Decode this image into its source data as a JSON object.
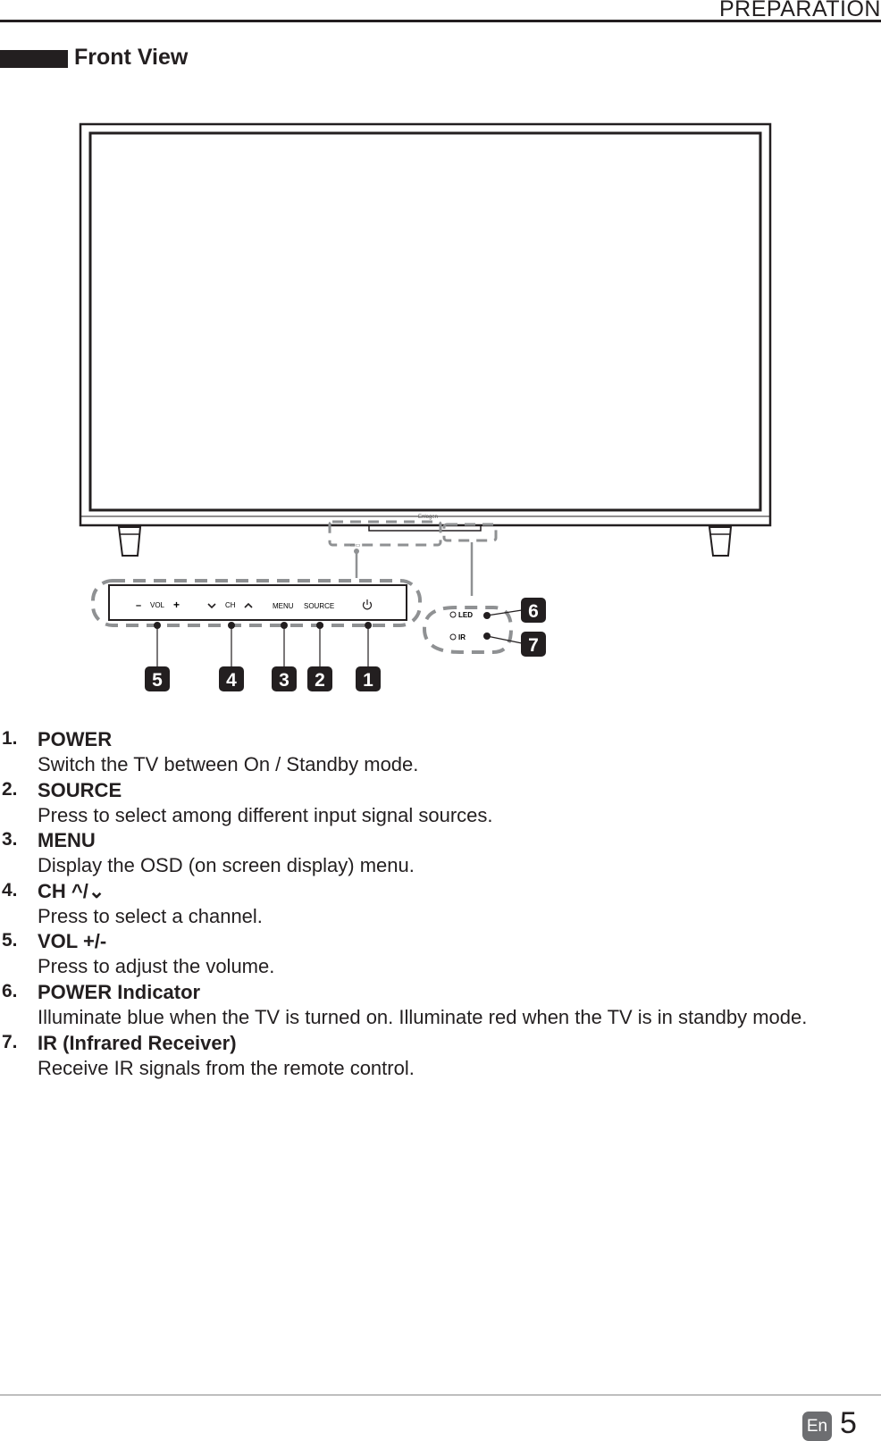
{
  "header": {
    "section": "PREPARATION"
  },
  "title": "Front View",
  "diagram": {
    "panel_labels": {
      "vol": "VOL",
      "minus": "–",
      "plus": "+",
      "ch": "CH",
      "menu": "MENU",
      "source": "SOURCE",
      "led": "LED",
      "ir": "IR"
    },
    "callouts": [
      "1",
      "2",
      "3",
      "4",
      "5",
      "6",
      "7"
    ]
  },
  "items": [
    {
      "num": "1.",
      "name": "POWER",
      "desc": "Switch the TV between On / Standby mode."
    },
    {
      "num": "2.",
      "name": "SOURCE",
      "desc": "Press to select among different input signal sources."
    },
    {
      "num": "3.",
      "name": "MENU",
      "desc": "Display the OSD (on screen display) menu."
    },
    {
      "num": "4.",
      "name": "CH  ^/⌄",
      "desc": "Press to select a channel."
    },
    {
      "num": "5.",
      "name": "VOL +/-",
      "desc": "Press to adjust the volume."
    },
    {
      "num": "6.",
      "name": "POWER Indicator",
      "desc": "Illuminate blue when the TV is turned on. Illuminate red when the TV is in standby mode."
    },
    {
      "num": "7.",
      "name": "IR (Infrared Receiver)",
      "desc": "Receive IR signals from the remote control."
    }
  ],
  "footer": {
    "lang": "En",
    "page": "5"
  }
}
